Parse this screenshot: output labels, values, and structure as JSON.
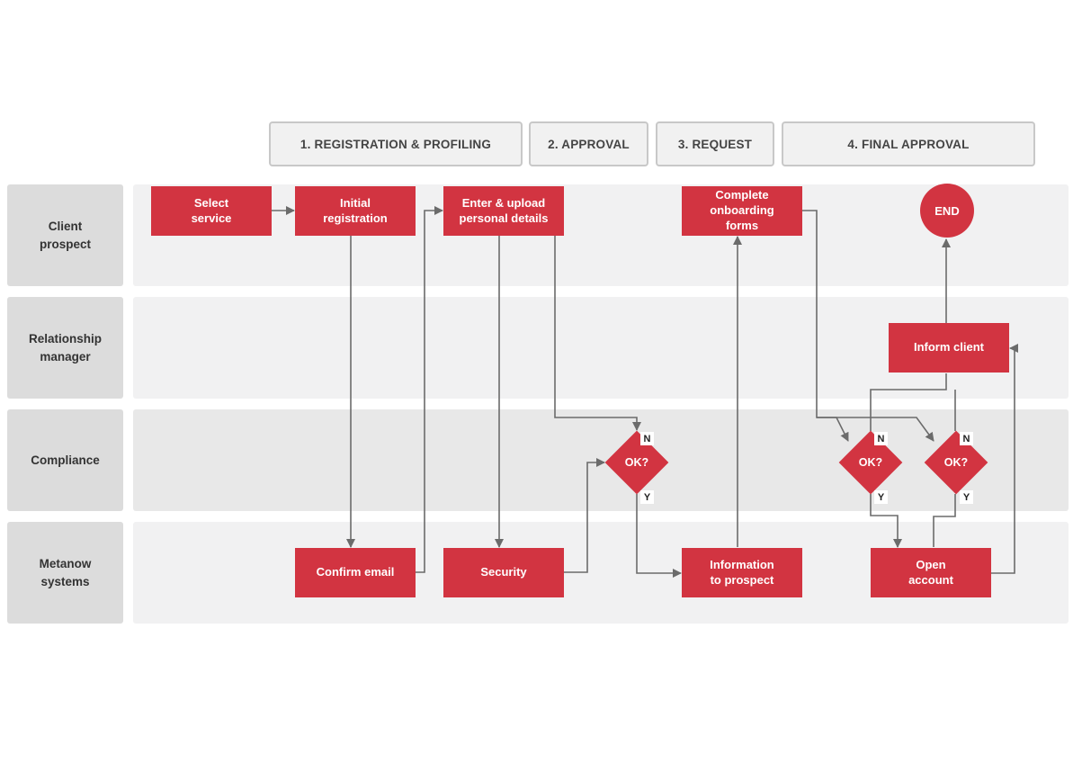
{
  "phases": [
    {
      "label": "1. REGISTRATION & PROFILING"
    },
    {
      "label": "2. APPROVAL"
    },
    {
      "label": "3. REQUEST"
    },
    {
      "label": "4. FINAL APPROVAL"
    }
  ],
  "lanes": [
    {
      "label": "Client\nprospect"
    },
    {
      "label": "Relationship\nmanager"
    },
    {
      "label": "Compliance"
    },
    {
      "label": "Metanow\nsystems"
    }
  ],
  "steps": {
    "select_service": "Select\nservice",
    "initial_registration": "Initial\nregistration",
    "enter_upload": "Enter & upload\npersonal details",
    "complete_forms": "Complete\nonboarding\nforms",
    "end": "END",
    "inform_client": "Inform client",
    "confirm_email": "Confirm email",
    "security": "Security",
    "information_prospect": "Information\nto prospect",
    "open_account": "Open\naccount"
  },
  "decisions": [
    {
      "label": "OK?",
      "no": "N",
      "yes": "Y"
    },
    {
      "label": "OK?",
      "no": "N",
      "yes": "Y"
    },
    {
      "label": "OK?",
      "no": "N",
      "yes": "Y"
    }
  ],
  "colors": {
    "accent": "#d23441",
    "lane": "#f1f1f2",
    "lane_label": "#dcdcdc",
    "connector": "#6b6b6b"
  }
}
